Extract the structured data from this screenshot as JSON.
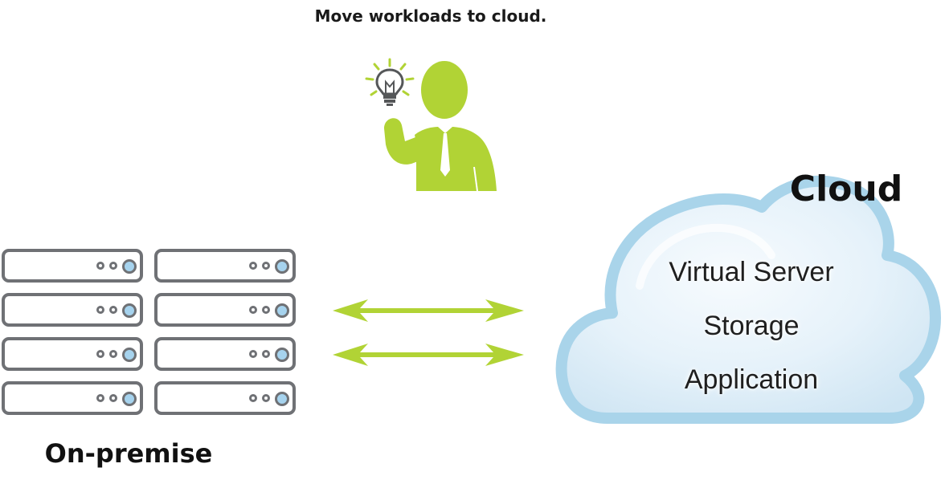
{
  "caption": "Move workloads to cloud.",
  "on_premise": {
    "label": "On-premise",
    "rack_columns": 2,
    "units_per_column": 4
  },
  "cloud": {
    "title": "Cloud",
    "items": [
      "Virtual Server",
      "Storage",
      "Application"
    ]
  },
  "icons": [
    "lightbulb-icon",
    "person-icon",
    "server-icon",
    "bidirectional-arrow-icon",
    "cloud-icon"
  ],
  "colors": {
    "accent_green": "#b1d335",
    "server_gray": "#6f7175",
    "server_led_blue": "#a6d3ee",
    "cloud_border": "#a9d4ea",
    "cloud_fill": "#e6f2fa"
  }
}
